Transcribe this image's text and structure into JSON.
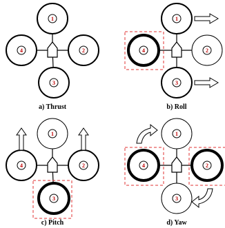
{
  "colors": {
    "stroke": "#000000",
    "rotor_label": "#c00000",
    "highlight_box": "#e03030",
    "background": "#ffffff"
  },
  "panels": [
    {
      "id": "thrust",
      "caption": "a) Thrust",
      "rotor_labels": [
        "1",
        "2",
        "3",
        "4"
      ],
      "emphasized_rotors": [
        "1",
        "2",
        "3",
        "4"
      ],
      "boxed_rotors": [],
      "motion_arrows": []
    },
    {
      "id": "roll",
      "caption": "b) Roll",
      "rotor_labels": [
        "1",
        "2",
        "3",
        "4"
      ],
      "emphasized_rotors": [
        "1",
        "3",
        "4"
      ],
      "boxed_rotors": [
        "4"
      ],
      "motion_arrows": [
        "right-arrow",
        "right-arrow"
      ]
    },
    {
      "id": "pitch",
      "caption": "c) Pitch",
      "rotor_labels": [
        "1",
        "2",
        "3",
        "4"
      ],
      "emphasized_rotors": [
        "2",
        "3",
        "4"
      ],
      "boxed_rotors": [
        "3"
      ],
      "motion_arrows": [
        "up-arrow",
        "up-arrow"
      ]
    },
    {
      "id": "yaw",
      "caption": "d) Yaw",
      "rotor_labels": [
        "1",
        "2",
        "3",
        "4"
      ],
      "emphasized_rotors": [
        "2",
        "4"
      ],
      "boxed_rotors": [
        "2",
        "4"
      ],
      "motion_arrows": [
        "curved-arrow",
        "curved-arrow"
      ]
    }
  ]
}
